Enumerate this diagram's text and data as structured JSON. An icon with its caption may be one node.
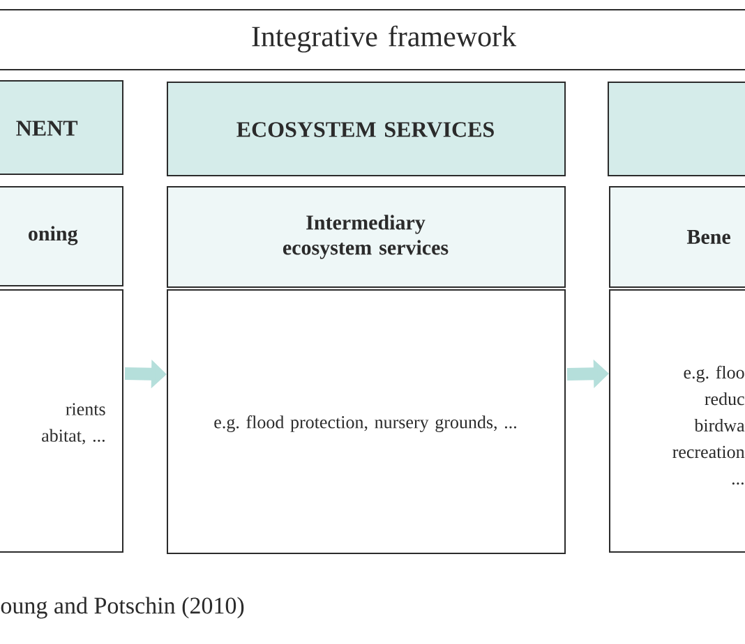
{
  "diagram": {
    "caption": "oung and Potschin (2010)",
    "nodes": [
      {
        "text": [
          "Integrative framework"
        ]
      },
      {
        "text": [
          "NENT"
        ]
      },
      {
        "text": [
          "ECOSYSTEM SERVICES"
        ]
      },
      {
        "text": [],
        "shape": "box"
      },
      {
        "text": [
          "oning"
        ]
      },
      {
        "text": [
          "Intermediary ecosystem services"
        ]
      },
      {
        "text": [
          "Bene"
        ]
      },
      {
        "text": [
          "rients abitat, ..."
        ]
      },
      {
        "text": [
          "e.g. flood protection, nursery grounds, ..."
        ]
      },
      {
        "text": [
          "e.g. floo reduc birdwa recreation ..."
        ]
      }
    ],
    "edges": [
      {
        "from": 7,
        "to": 8,
        "arrow": "to"
      },
      {
        "from": 8,
        "to": 9,
        "arrow": "to"
      }
    ]
  }
}
